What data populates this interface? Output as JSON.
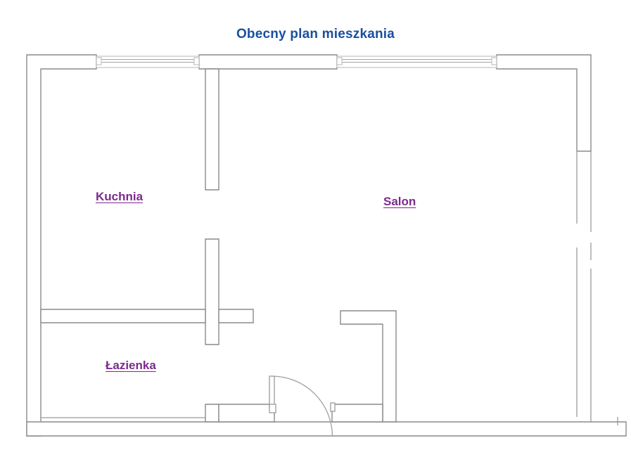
{
  "page": {
    "title": "Obecny plan mieszkania",
    "title_color": "#1a4fa0",
    "background_color": "#ffffff"
  },
  "floorplan": {
    "label_color": "#7B2A8C",
    "wall_color": "#8a8a8a",
    "rooms": [
      {
        "id": "kuchnia",
        "label": "Kuchnia"
      },
      {
        "id": "salon",
        "label": "Salon"
      },
      {
        "id": "lazienka",
        "label": "Łazienka"
      }
    ],
    "features": [
      {
        "id": "window-left",
        "type": "window"
      },
      {
        "id": "window-right",
        "type": "window"
      },
      {
        "id": "entry-door",
        "type": "swing-door"
      },
      {
        "id": "balcony-gap",
        "type": "opening"
      }
    ]
  }
}
